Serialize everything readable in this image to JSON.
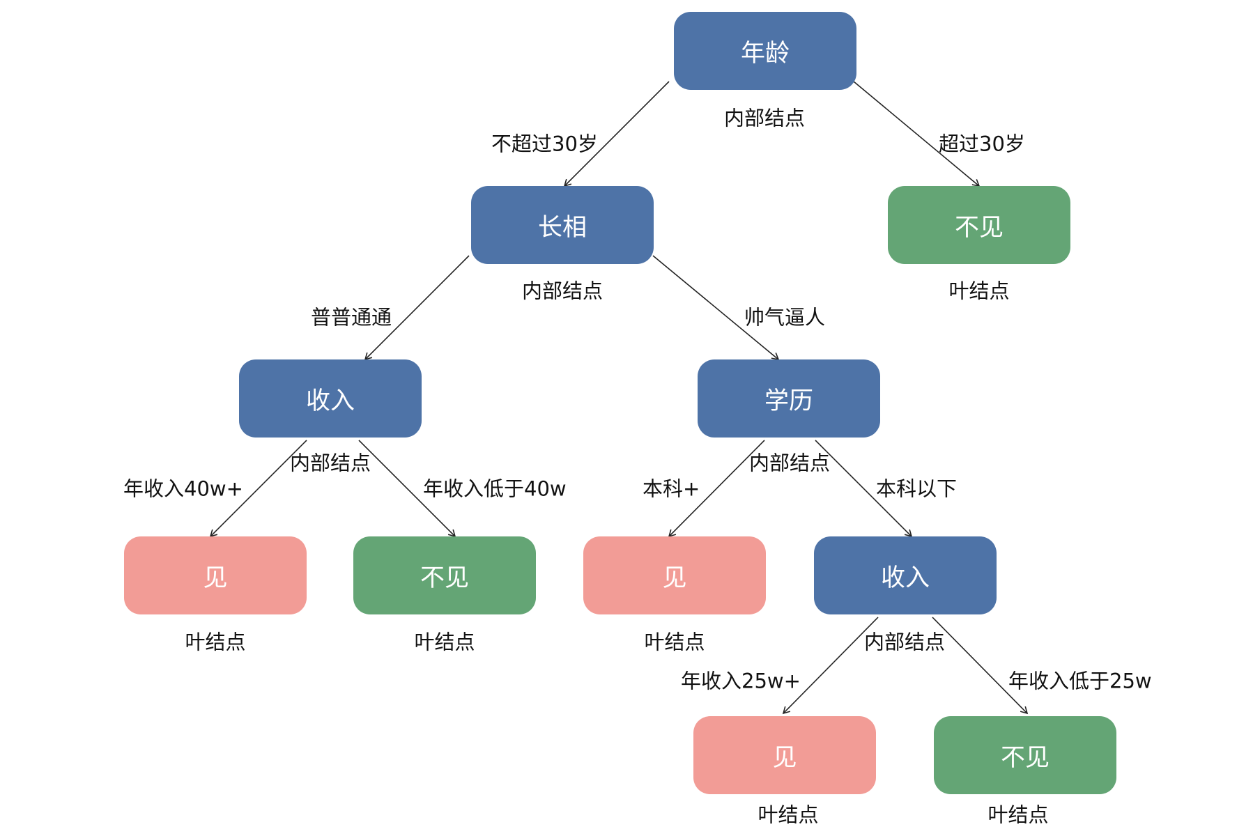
{
  "colors": {
    "internal": "#4e73a7",
    "leaf_yes": "#f29c96",
    "leaf_no": "#64a575",
    "edge": "#222222"
  },
  "nodes": {
    "age": {
      "label": "年龄",
      "caption": "内部结点"
    },
    "looks": {
      "label": "长相",
      "caption": "内部结点"
    },
    "no_over30": {
      "label": "不见",
      "caption": "叶结点"
    },
    "income_1": {
      "label": "收入",
      "caption": "内部结点"
    },
    "education": {
      "label": "学历",
      "caption": "内部结点"
    },
    "yes_1": {
      "label": "见",
      "caption": "叶结点"
    },
    "no_1": {
      "label": "不见",
      "caption": "叶结点"
    },
    "yes_2": {
      "label": "见",
      "caption": "叶结点"
    },
    "income_2": {
      "label": "收入",
      "caption": "内部结点"
    },
    "yes_3": {
      "label": "见",
      "caption": "叶结点"
    },
    "no_3": {
      "label": "不见",
      "caption": "叶结点"
    }
  },
  "edges": {
    "age_le30": "不超过30岁",
    "age_gt30": "超过30岁",
    "looks_plain": "普普通通",
    "looks_handsome": "帅气逼人",
    "income1_high": "年收入40w+",
    "income1_low": "年收入低于40w",
    "edu_bachelor_plus": "本科+",
    "edu_below": "本科以下",
    "income2_high": "年收入25w+",
    "income2_low": "年收入低于25w"
  }
}
